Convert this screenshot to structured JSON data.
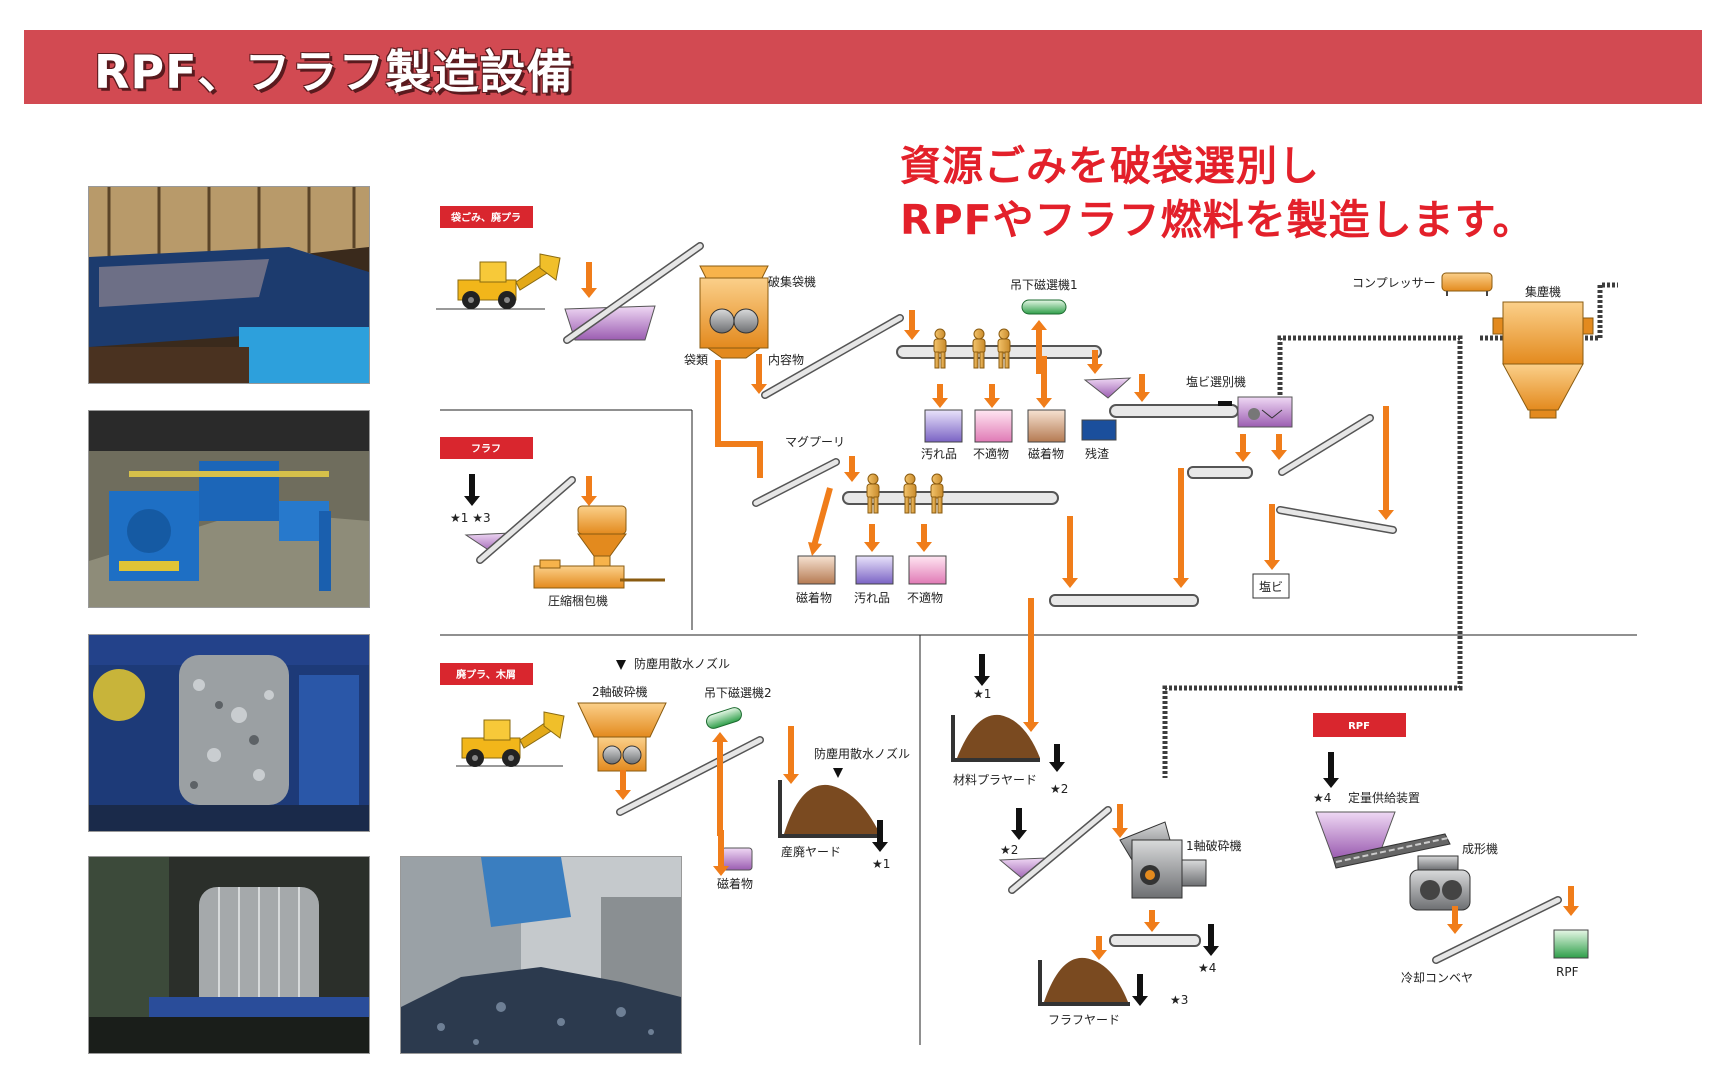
{
  "header": {
    "title": "RPF、フラフ製造設備"
  },
  "headline": {
    "line1": "資源ごみを破袋選別し",
    "line2": "RPFやフラフ燃料を製造します。"
  },
  "colors": {
    "banner": "#d24a52",
    "headline": "#e3202a",
    "arrow": "#f07d1a",
    "pipe": "#4a4a4a"
  },
  "sections": {
    "bag": "袋ごみ、廃プラ",
    "fluff": "フラフ",
    "plastic": "廃プラ、木屑",
    "rpf": "RPF"
  },
  "labels": {
    "bag_breaker": "破集袋機",
    "bag_type": "袋類",
    "contents": "内容物",
    "magnet1": "吊下磁選機1",
    "dirty1": "汚れ品",
    "unfit1": "不適物",
    "magnetic1": "磁着物",
    "residue": "残渣",
    "compressor": "コンプレッサー",
    "dust_collector": "集塵機",
    "pvc_sorter": "塩ビ選別機",
    "mag_pulley": "マグプーリ",
    "magnetic2": "磁着物",
    "dirty2": "汚れ品",
    "unfit2": "不適物",
    "pvc": "塩ビ",
    "star13": "★1 ★3",
    "baler": "圧縮梱包機",
    "nozzle1": "防塵用散水ノズル",
    "shredder2": "2軸破砕機",
    "magnet2": "吊下磁選機2",
    "nozzle2": "防塵用散水ノズル",
    "magnetic3": "磁着物",
    "waste_yard": "産廃ヤード",
    "star1a": "★1",
    "star1b": "★1",
    "material_yard": "材料プラヤード",
    "star2a": "★2",
    "star2b": "★2",
    "shredder1": "1軸破砕機",
    "star4a": "★4",
    "fluff_yard": "フラフヤード",
    "star3": "★3",
    "star4b": "★4",
    "feeder": "定量供給装置",
    "molder": "成形機",
    "cooling_conveyor": "冷却コンベヤ",
    "rpf_out": "RPF"
  }
}
